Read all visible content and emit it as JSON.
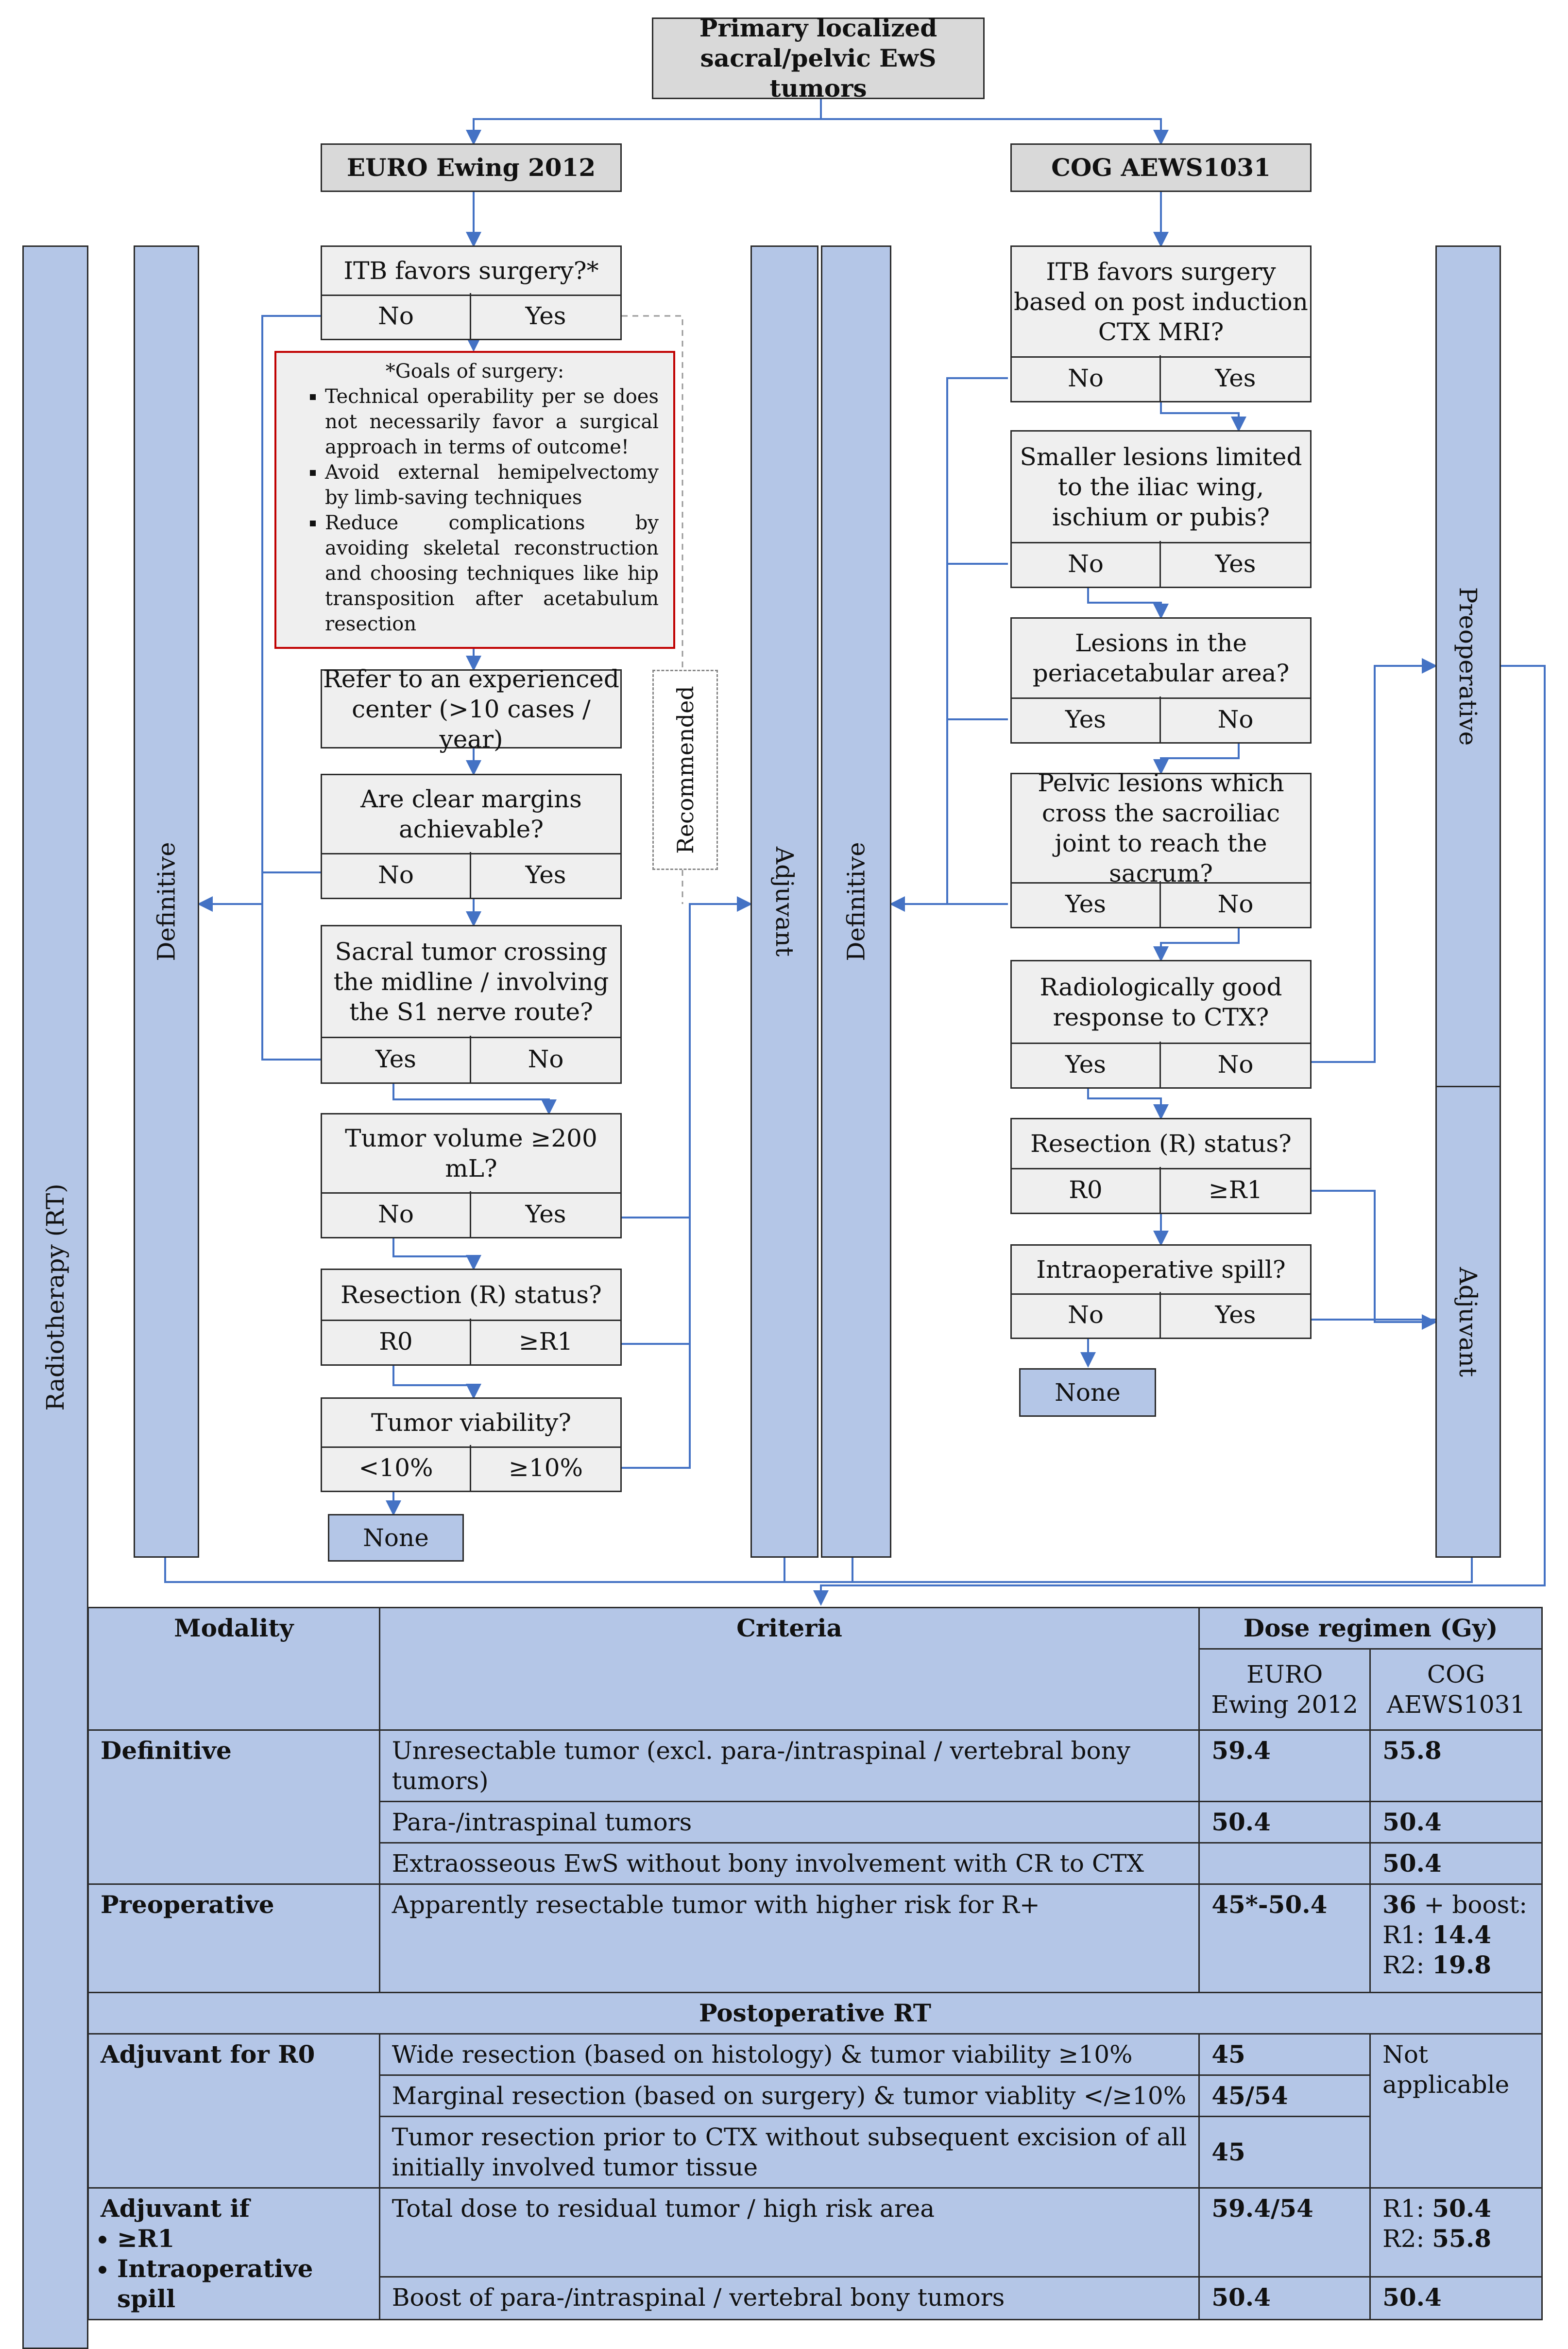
{
  "top_box": "Primary localized sacral/pelvic EwS tumors",
  "euro": {
    "title": "EURO Ewing 2012",
    "q1": {
      "q": "ITB favors surgery?*",
      "a": "No",
      "b": "Yes"
    },
    "goals": {
      "title": "*Goals of surgery:",
      "items": [
        "Technical operability per se does not necessarily favor a surgical approach in terms of outcome!",
        "Avoid external hemipelvectomy by limb-saving techniques",
        "Reduce complications by avoiding skeletal reconstruction and choosing techniques like hip transposition after acetabulum resection"
      ]
    },
    "refer": "Refer to an experienced center (>10 cases / year)",
    "q2": {
      "q": "Are clear margins achievable?",
      "a": "No",
      "b": "Yes"
    },
    "q3": {
      "q": "Sacral tumor crossing the midline / involving the S1 nerve route?",
      "a": "Yes",
      "b": "No"
    },
    "q4": {
      "q": "Tumor volume ≥200 mL?",
      "a": "No",
      "b": "Yes"
    },
    "q5": {
      "q": "Resection (R) status?",
      "a": "R0",
      "b": "≥R1"
    },
    "q6": {
      "q": "Tumor viability?",
      "a": "<10%",
      "b": "≥10%"
    },
    "none": "None",
    "recommended": "Recommended"
  },
  "cog": {
    "title": "COG AEWS1031",
    "q1": {
      "q": "ITB favors surgery based on post induction CTX MRI?",
      "a": "No",
      "b": "Yes"
    },
    "q2": {
      "q": "Smaller lesions limited to the iliac wing, ischium or pubis?",
      "a": "No",
      "b": "Yes"
    },
    "q3": {
      "q": "Lesions in the periacetabular area?",
      "a": "Yes",
      "b": "No"
    },
    "q4": {
      "q": "Pelvic lesions which cross the sacroiliac joint to reach the sacrum?",
      "a": "Yes",
      "b": "No"
    },
    "q5": {
      "q": "Radiologically good response to CTX?",
      "a": "Yes",
      "b": "No"
    },
    "q6": {
      "q": "Resection (R) status?",
      "a": "R0",
      "b": "≥R1"
    },
    "q7": {
      "q": "Intraoperative spill?",
      "a": "No",
      "b": "Yes"
    },
    "none": "None"
  },
  "bars": {
    "rt": "Radiotherapy (RT)",
    "definitive": "Definitive",
    "adjuvant": "Adjuvant",
    "preoperative": "Preoperative"
  },
  "table": {
    "headers": {
      "modality": "Modality",
      "criteria": "Criteria",
      "dose": "Dose regimen (Gy)",
      "euro": "EURO Ewing 2012",
      "cog": "COG AEWS1031"
    },
    "definitive": {
      "label": "Definitive",
      "rows": [
        {
          "criteria": "Unresectable tumor (excl. para-/intraspinal / vertebral bony tumors)",
          "euro": "59.4",
          "cog": "55.8"
        },
        {
          "criteria": "Para-/intraspinal tumors",
          "euro": "50.4",
          "cog": "50.4"
        },
        {
          "criteria": "Extraosseous EwS without bony involvement with CR to CTX",
          "euro": "",
          "cog": "50.4"
        }
      ]
    },
    "preoperative": {
      "label": "Preoperative",
      "criteria": "Apparently resectable tumor with higher risk for R+",
      "euro": "45*-50.4",
      "cog_l1a": "36",
      "cog_l1b": " + boost:",
      "cog_l2a": "R1: ",
      "cog_l2b": "14.4",
      "cog_l3a": "R2: ",
      "cog_l3b": "19.8"
    },
    "postop": "Postoperative RT",
    "adj_r0": {
      "label": "Adjuvant for R0",
      "rows": [
        {
          "criteria": "Wide resection (based on histology) & tumor viability ≥10%",
          "euro": "45"
        },
        {
          "criteria": "Marginal resection (based on surgery) & tumor viablity </≥10%",
          "euro": "45/54"
        },
        {
          "criteria": "Tumor resection prior to CTX without subsequent excision of all initially involved tumor tissue",
          "euro": "45"
        }
      ],
      "cog": "Not applicable"
    },
    "adj_if": {
      "label": "Adjuvant if",
      "bullets": [
        "≥R1",
        "Intraoperative spill"
      ],
      "rows": [
        {
          "criteria": "Total dose to residual tumor / high risk area",
          "euro": "59.4/54",
          "cog_l1a": "R1: ",
          "cog_l1b": "50.4",
          "cog_l2a": "R2: ",
          "cog_l2b": "55.8"
        },
        {
          "criteria": "Boost of para-/intraspinal / vertebral bony tumors",
          "euro": "50.4",
          "cog": "50.4"
        }
      ]
    }
  },
  "colors": {
    "bar": "#b4c6e7",
    "box": "#efefef",
    "header": "#d9d9d9",
    "arrow": "#4472c4",
    "goals_border": "#c00000"
  }
}
